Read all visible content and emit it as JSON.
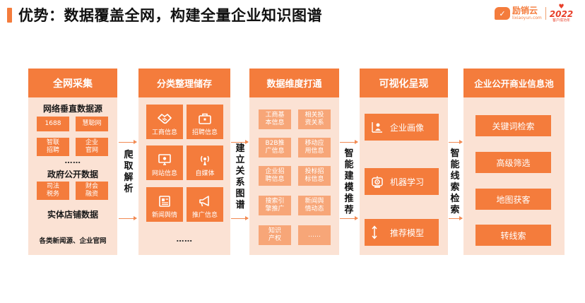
{
  "header": {
    "title": "优势：数据覆盖全网，构建全量企业知识图谱",
    "brand_name": "励销云",
    "brand_url": "lixiaoyun.com",
    "brand_year": "2022",
    "brand_tagline": "客户成功年"
  },
  "colors": {
    "accent": "#f47c3c",
    "panel": "#fbe2d4",
    "chip_light": "#f7a678"
  },
  "col1": {
    "title": "全网采集",
    "sec1_title": "网络垂直数据源",
    "sec1_chips": [
      "1688",
      "慧聪网",
      "智联\n招聘",
      "企业\n官网"
    ],
    "sec1_more": "……",
    "sec2_title": "政府公开数据",
    "sec2_chips": [
      "司法\n税务",
      "财会\n融资"
    ],
    "sec3_title": "实体店铺数据",
    "footer": "各类新闻源、企业官网"
  },
  "link1": "爬取解析",
  "col2": {
    "title": "分类整理储存",
    "tiles": [
      {
        "label": "工商信息",
        "icon": "handshake-icon"
      },
      {
        "label": "招聘信息",
        "icon": "briefcase-icon"
      },
      {
        "label": "网站信息",
        "icon": "monitor-icon"
      },
      {
        "label": "自媒体",
        "icon": "broadcast-icon"
      },
      {
        "label": "新闻舆情",
        "icon": "newspaper-icon"
      },
      {
        "label": "推广信息",
        "icon": "megaphone-icon"
      }
    ],
    "more": "……"
  },
  "link2": "建立关系图谱",
  "col3": {
    "title": "数据维度打通",
    "cells": [
      "工商基\n本信息",
      "相关投\n资关系",
      "B2B推\n广信息",
      "移动应\n用信息",
      "企业招\n聘信息",
      "投标招\n标信息",
      "搜索引\n擎推广",
      "新闻舆\n情动态",
      "知识\n产权",
      "……"
    ]
  },
  "link3": "智能建模推荐",
  "col4": {
    "title": "可视化呈现",
    "items": [
      {
        "label": "企业画像",
        "icon": "chart-person-icon"
      },
      {
        "label": "机器学习",
        "icon": "robot-icon"
      },
      {
        "label": "推荐模型",
        "icon": "updown-arrows-icon"
      }
    ]
  },
  "link4": "智能线索检索",
  "col5": {
    "title": "企业公开商业信息池",
    "items": [
      "关键词检索",
      "高级筛选",
      "地图获客",
      "转线索"
    ]
  }
}
